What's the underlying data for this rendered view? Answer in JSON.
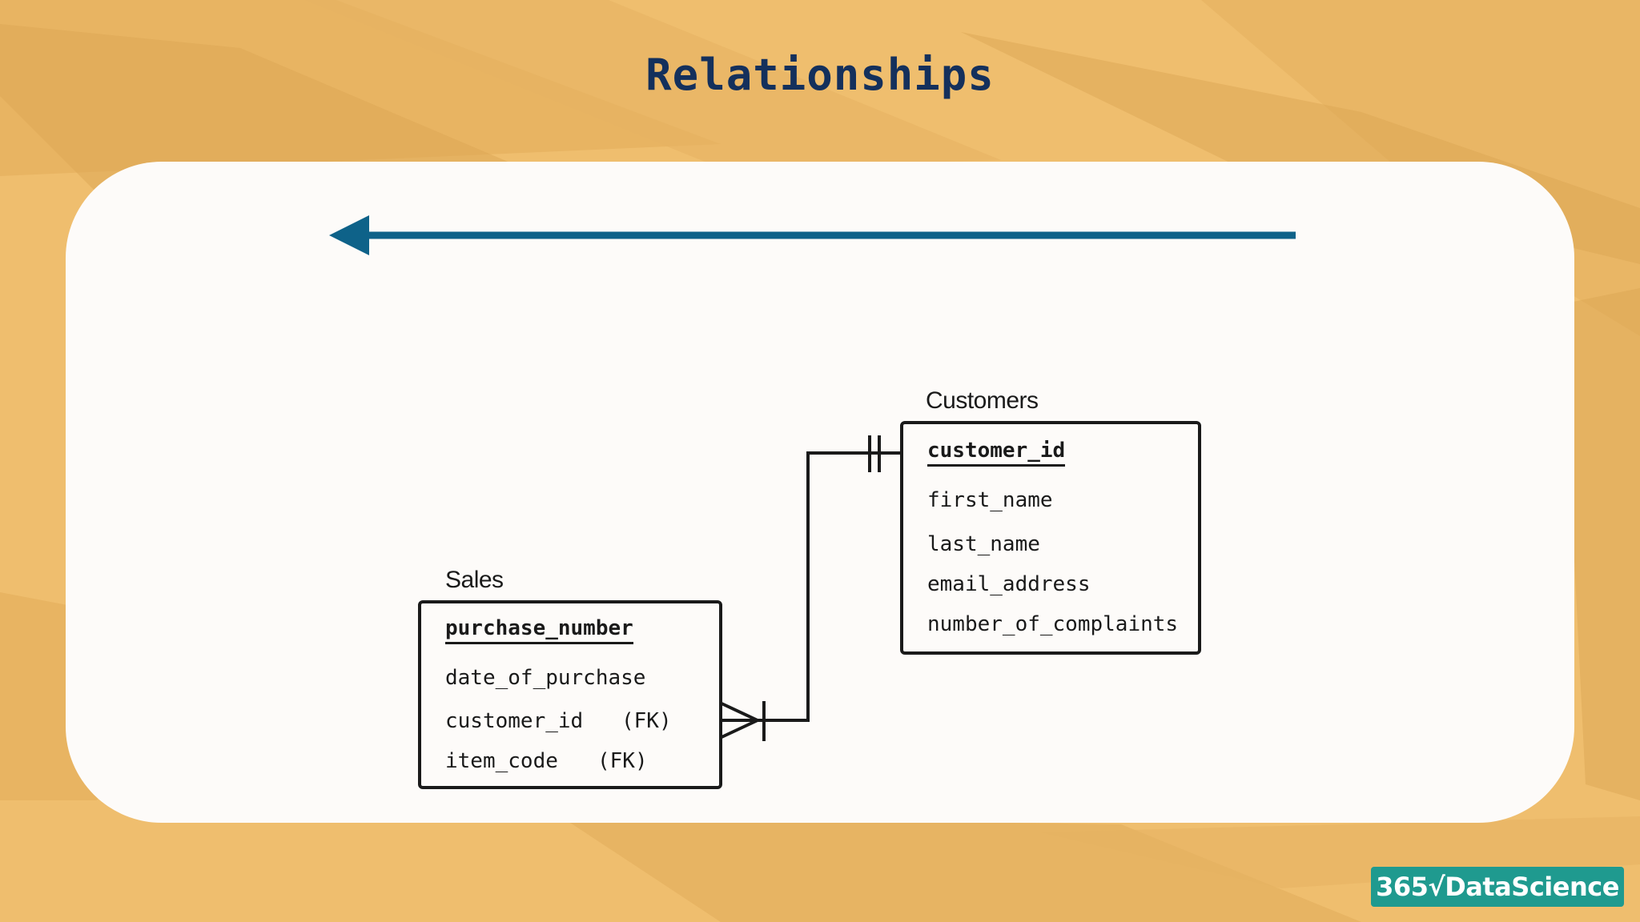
{
  "slide": {
    "title": "Relationships"
  },
  "sales": {
    "label": "Sales",
    "pk": "purchase_number",
    "fields": [
      "date_of_purchase",
      "customer_id",
      "item_code"
    ],
    "fk_marks": [
      "(FK)",
      "(FK)"
    ]
  },
  "customers": {
    "label": "Customers",
    "pk": "customer_id",
    "fields": [
      "first_name",
      "last_name",
      "email_address",
      "number_of_complaints"
    ]
  },
  "relationship": {
    "from": "many",
    "to": "one"
  },
  "logo": {
    "text": "365√DataScience"
  },
  "colors": {
    "background": "#efbe6e",
    "arrow": "#0e6289",
    "title": "#14305c",
    "logo": "#1f9a8f"
  }
}
